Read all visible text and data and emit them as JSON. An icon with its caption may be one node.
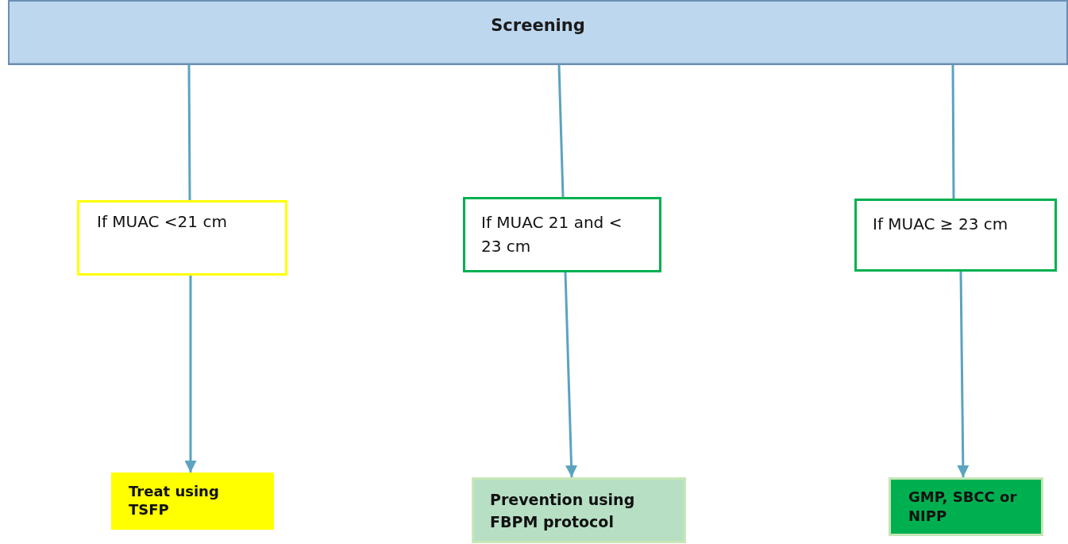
{
  "diagram": {
    "nodes": [
      {
        "text": [
          "Screening"
        ]
      },
      {
        "text": [
          "If MUAC <21 cm"
        ]
      },
      {
        "text": [
          "If MUAC 21 and < 23 cm"
        ]
      },
      {
        "text": [
          "If MUAC ≥ 23 cm"
        ]
      },
      {
        "text": [
          "Treat using TSFP"
        ]
      },
      {
        "text": [
          "Prevention using FBPM protocol"
        ]
      },
      {
        "text": [
          "GMP, SBCC or NIPP"
        ]
      }
    ],
    "edges": [
      {
        "from": 0,
        "to": 1,
        "arrow": "none"
      },
      {
        "from": 0,
        "to": 2,
        "arrow": "none"
      },
      {
        "from": 0,
        "to": 3,
        "arrow": "none"
      },
      {
        "from": 1,
        "to": 4,
        "arrow": "to"
      },
      {
        "from": 2,
        "to": 5,
        "arrow": "to"
      },
      {
        "from": 3,
        "to": 6,
        "arrow": "to"
      }
    ]
  }
}
